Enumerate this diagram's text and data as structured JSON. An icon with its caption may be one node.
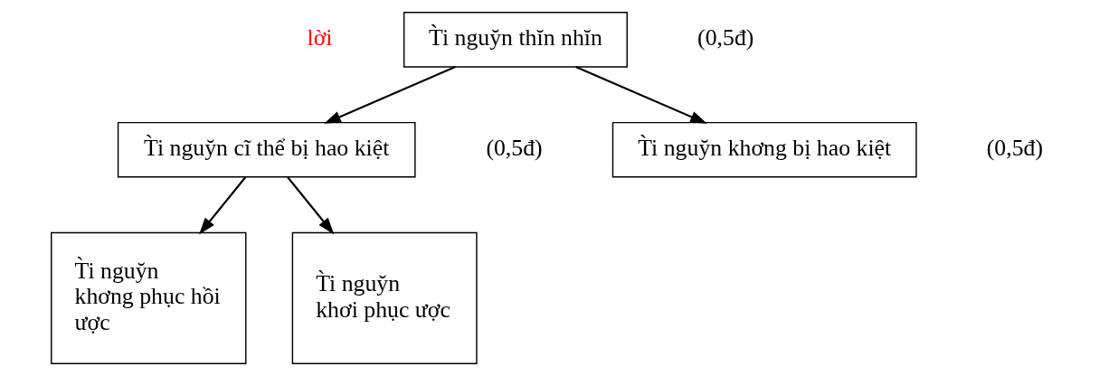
{
  "diagram": {
    "nodes": [
      {
        "text": [
          "T̀i nguy̆n thĭn nhĭn"
        ],
        "beside": [
          "(0,5đ)"
        ]
      },
      {
        "text": [
          "T̀i nguy̆n cĩ thể bị hao kiệt"
        ],
        "beside": [
          "(0,5đ)"
        ]
      },
      {
        "text": [
          "T̀i nguy̆n khơng bị hao kiệt"
        ],
        "beside": [
          "(0,5đ)"
        ]
      },
      {
        "text": [
          "T̀i nguy̆n khơng phục hồi  ược"
        ]
      },
      {
        "text": [
          "T̀i nguy̆n khơi phục ược"
        ]
      }
    ],
    "edges": [
      {
        "from": 0,
        "to": 1,
        "arrow": "to"
      },
      {
        "from": 0,
        "to": 2,
        "arrow": "to"
      },
      {
        "from": 1,
        "to": 3,
        "arrow": "to"
      },
      {
        "from": 1,
        "to": 4,
        "arrow": "to"
      }
    ],
    "labels": [
      "lời"
    ]
  }
}
